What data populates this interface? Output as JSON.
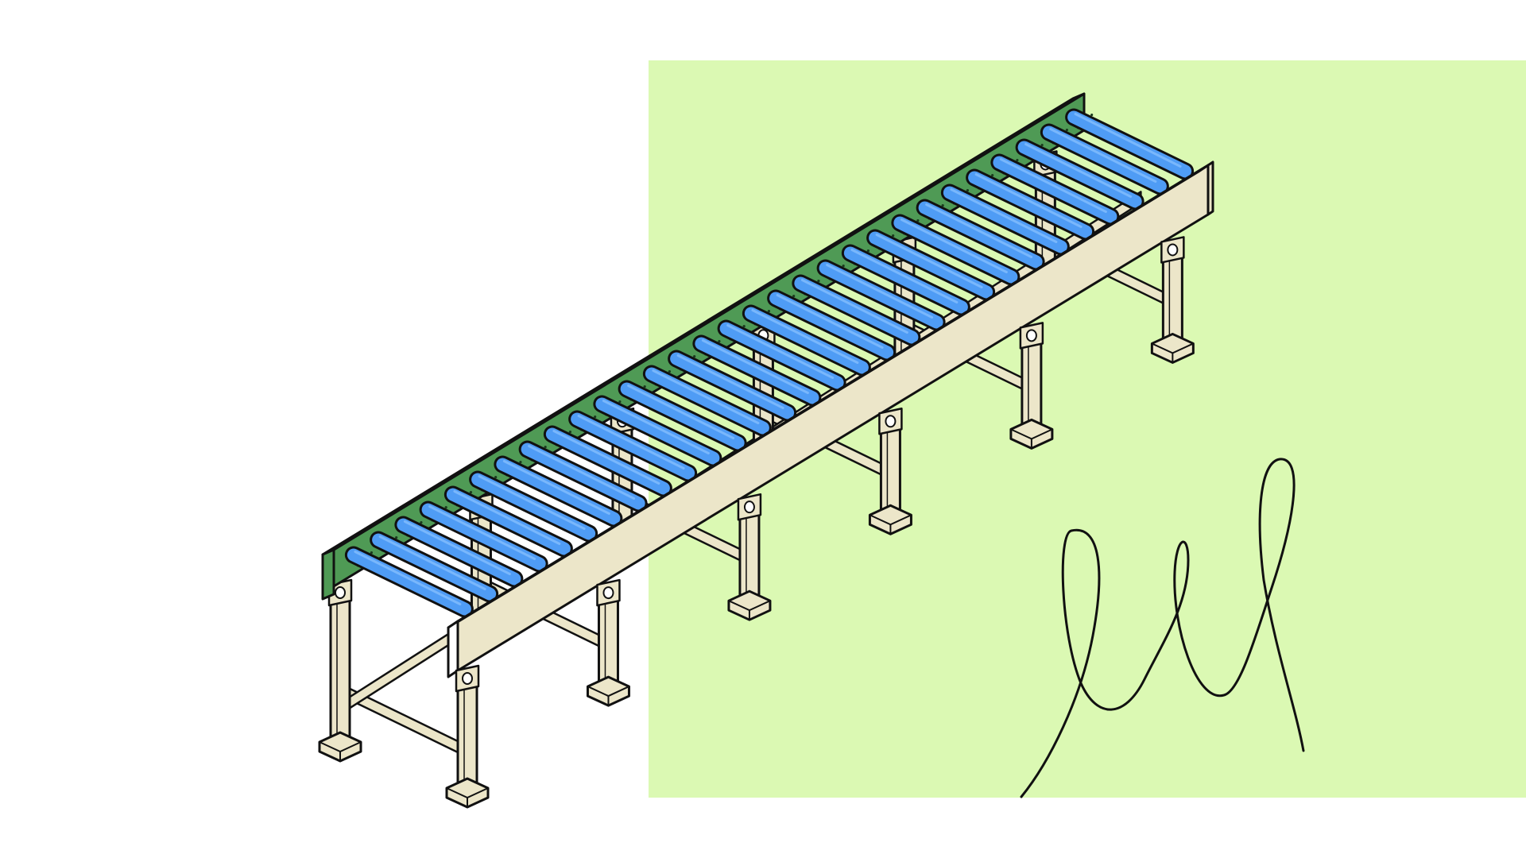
{
  "colors": {
    "background": "#ffffff",
    "panel": "#dbf9b3",
    "outline": "#111111",
    "frame": "#ece6c9",
    "side_plate": "#4f9a55",
    "roller": "#4f9cf5",
    "roller_highlight": "#8cc3ff",
    "hole": "#1a3a1e"
  },
  "scene": {
    "subject": "roller-conveyor",
    "roller_count": 30,
    "leg_pairs": 6,
    "icons": [
      "conveyor-illustration",
      "scribble-signature"
    ]
  }
}
